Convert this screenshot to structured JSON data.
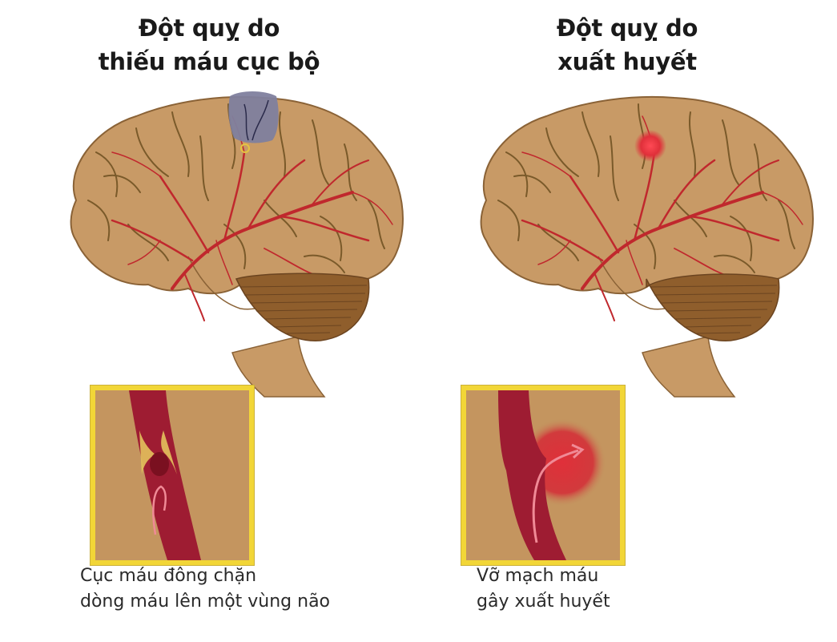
{
  "left_panel": {
    "title_line1": "Đột quỵ do",
    "title_line2": "thiếu máu cục bộ",
    "caption_line1": "Cục máu đông chặn",
    "caption_line2": "dòng máu lên một vùng não",
    "lesion": "ischemic-blockage-gray-region"
  },
  "right_panel": {
    "title_line1": "Đột quỵ do",
    "title_line2": "xuất huyết",
    "caption_line1": "Vỡ mạch máu",
    "caption_line2": "gây xuất huyết",
    "lesion": "hemorrhage-red-spot"
  },
  "colors": {
    "brain_fill": "#c89a66",
    "brain_outline": "#8a6236",
    "sulci": "#7a5a2a",
    "artery": "#c0282d",
    "cerebellum": "#8f5e2c",
    "ischemic_region": "#7f7f9e",
    "hemorrhage": "#e0303a",
    "inset_border": "#f2d637",
    "inset_bg": "#c4955f",
    "vessel": "#9e1c32"
  }
}
